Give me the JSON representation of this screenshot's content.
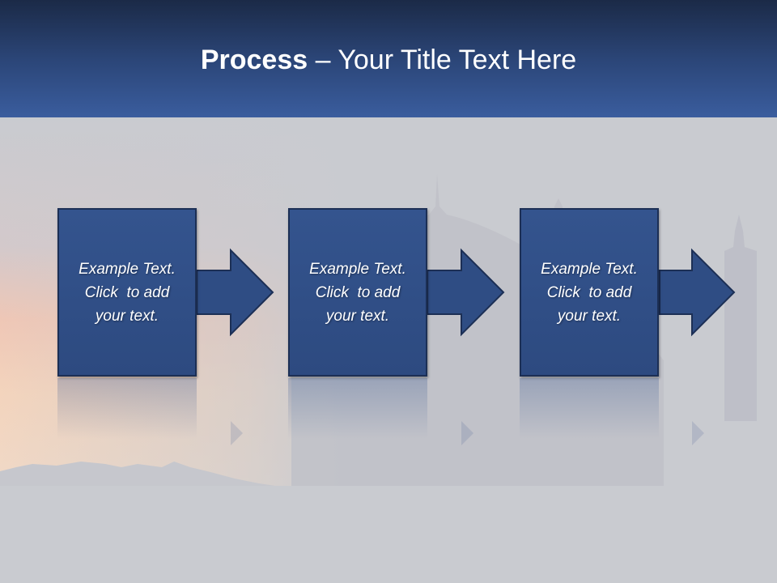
{
  "slide": {
    "title_bold": "Process",
    "title_rest": " – Your Title Text Here"
  },
  "steps": [
    {
      "line1": "Example Text.",
      "line2": "Click  to add",
      "line3": "your text."
    },
    {
      "line1": "Example Text.",
      "line2": "Click  to add",
      "line3": "your text."
    },
    {
      "line1": "Example Text.",
      "line2": "Click  to add",
      "line3": "your text."
    }
  ],
  "colors": {
    "box_fill": "#2f4d84",
    "box_border": "#1c2f55",
    "header_top": "#1b2a47",
    "header_bottom": "#3a5d9e"
  }
}
